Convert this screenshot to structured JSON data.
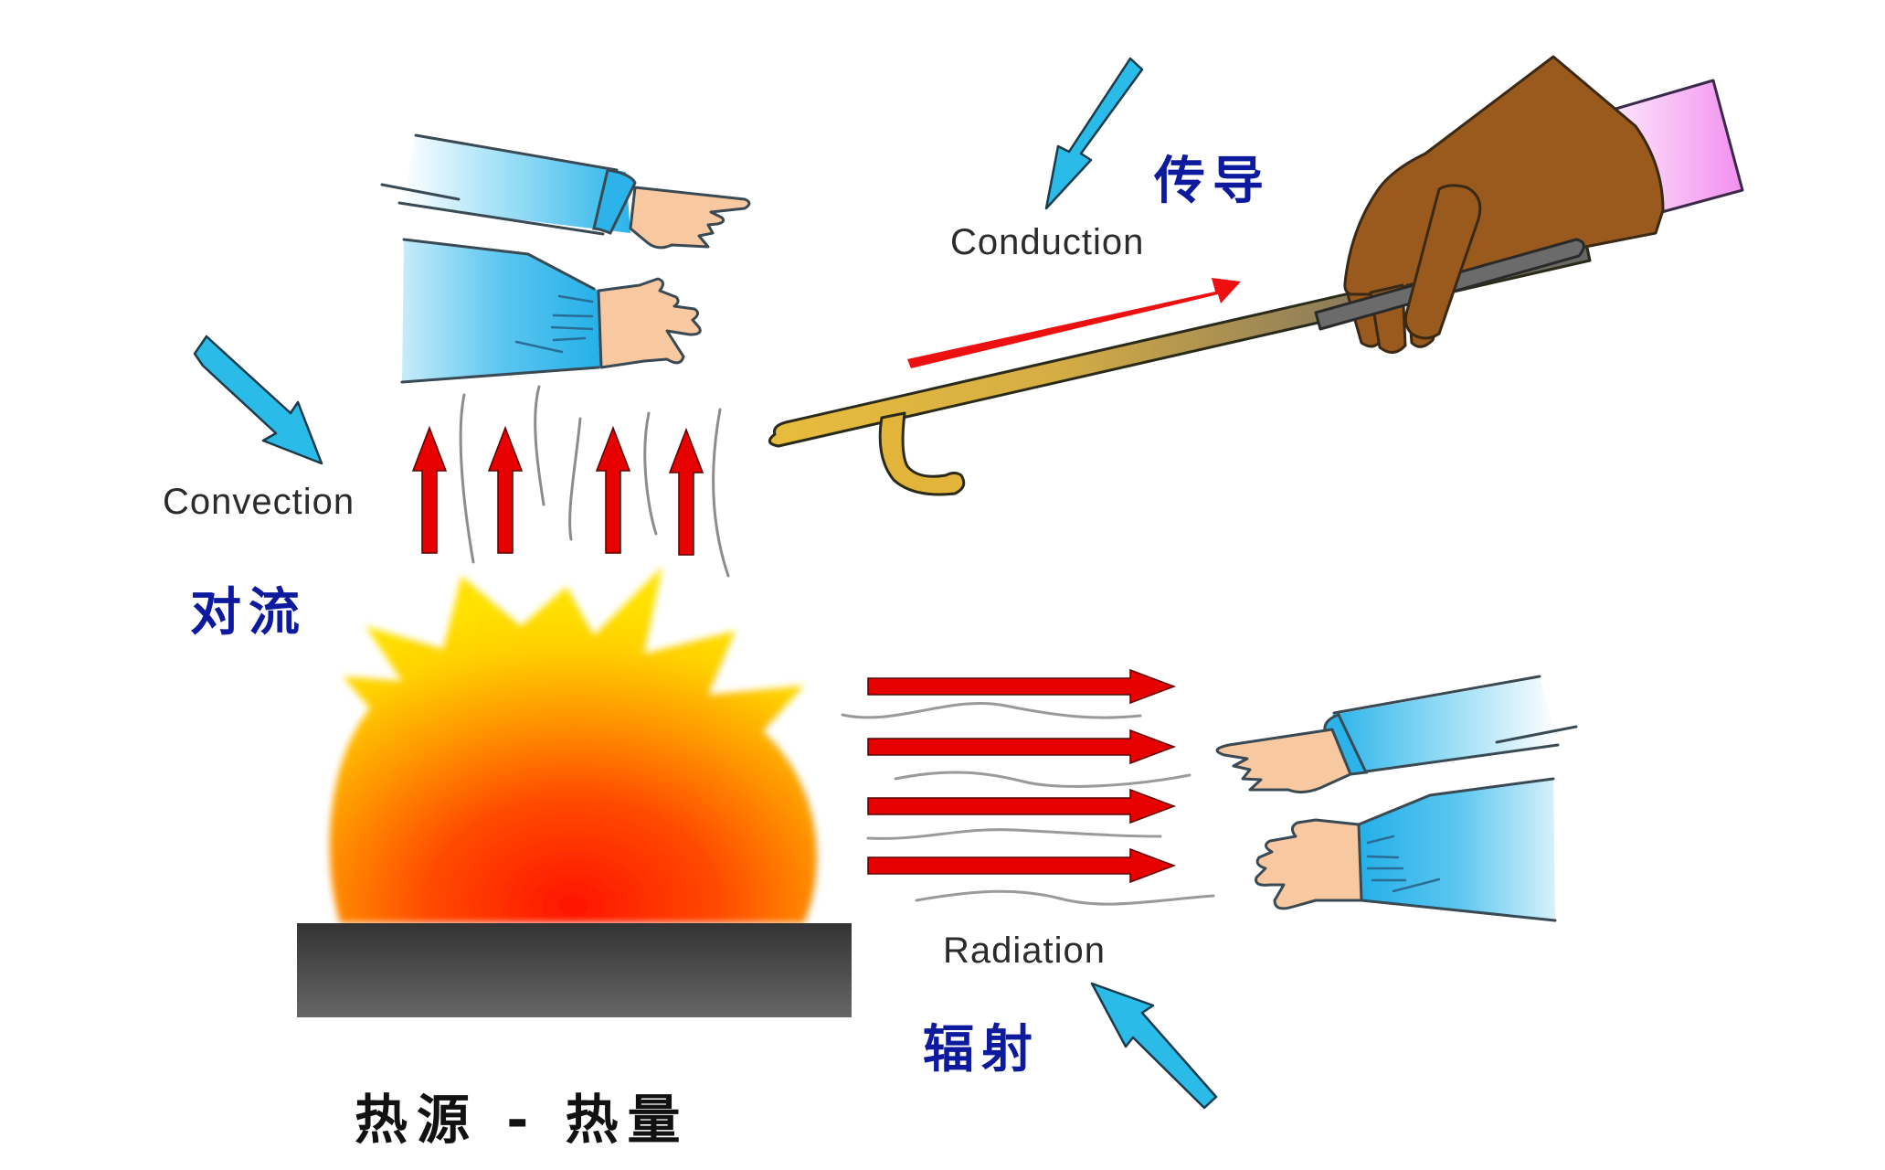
{
  "diagram": {
    "type": "heat-transfer-illustration",
    "heat_source": {
      "label": "热源 - 热量",
      "flame_colors": [
        "#ffd400",
        "#ff9a00",
        "#ff5a00",
        "#ff1a00"
      ],
      "base_color_top": "#3a3a3a",
      "base_color_bottom": "#636363"
    },
    "convection": {
      "label_en": "Convection",
      "label_cn": "对流",
      "arrow_count": 4,
      "arrow_direction": "up",
      "arrow_color": "#e80000",
      "pointer_arrow_color": "#29b8e6"
    },
    "conduction": {
      "label_en": "Conduction",
      "label_cn": "传导",
      "arrow_direction": "along-rod",
      "arrow_color": "#ee0000",
      "rod_gradient": [
        "#e6b93a",
        "#8a7a55",
        "#5f5f5f"
      ],
      "glove_color": "#9a5a1e",
      "cuff_color": "#f39af0",
      "pointer_arrow_color": "#29b8e6"
    },
    "radiation": {
      "label_en": "Radiation",
      "label_cn": "辐射",
      "arrow_count": 4,
      "arrow_direction": "right",
      "arrow_color": "#e80000",
      "pointer_arrow_color": "#29b8e6"
    },
    "colors": {
      "label_cn": "#0d1a9e",
      "label_en": "#2b2b2b",
      "sleeve": "#29b8ea",
      "skin": "#f8c8a0",
      "outline": "#3a4a55"
    }
  }
}
